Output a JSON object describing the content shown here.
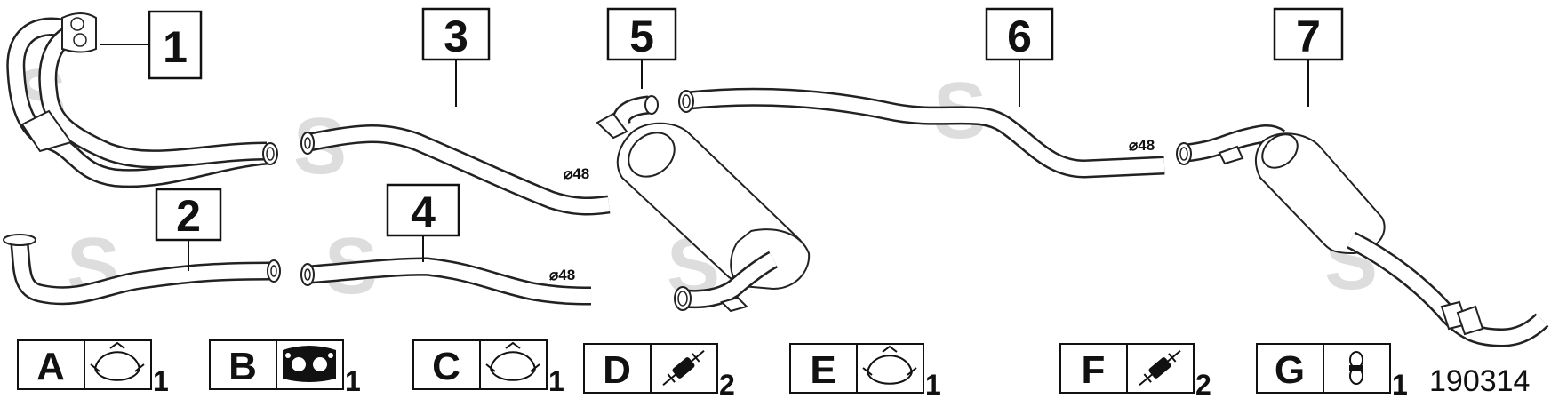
{
  "callouts": [
    {
      "number": "1"
    },
    {
      "number": "2"
    },
    {
      "number": "3"
    },
    {
      "number": "4"
    },
    {
      "number": "5"
    },
    {
      "number": "6"
    },
    {
      "number": "7"
    }
  ],
  "diameter_labels": [
    "⌀48",
    "⌀48",
    "⌀48"
  ],
  "watermark_letter": "S",
  "legend": [
    {
      "letter": "A",
      "icon": "clamp-icon",
      "quantity": "1"
    },
    {
      "letter": "B",
      "icon": "gasket-icon",
      "quantity": "1"
    },
    {
      "letter": "C",
      "icon": "clamp-icon",
      "quantity": "1"
    },
    {
      "letter": "D",
      "icon": "rubber-mount-icon",
      "quantity": "2"
    },
    {
      "letter": "E",
      "icon": "clamp-icon",
      "quantity": "1"
    },
    {
      "letter": "F",
      "icon": "rubber-mount-icon",
      "quantity": "2"
    },
    {
      "letter": "G",
      "icon": "hanger-ring-icon",
      "quantity": "1"
    }
  ],
  "reference_code": "190314",
  "colors": {
    "line": "#222222",
    "watermark": "#dddddd",
    "background": "#ffffff"
  }
}
